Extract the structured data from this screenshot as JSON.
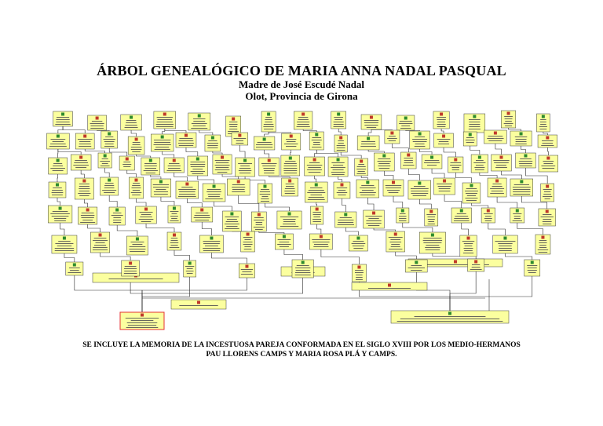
{
  "header": {
    "title": "ÁRBOL GENEALÓGICO DE MARIA ANNA NADAL PASQUAL",
    "subtitle_1": "Madre de José Escudé Nadal",
    "subtitle_2": "Olot, Provincia de Girona"
  },
  "footer": {
    "line_1": "SE INCLUYE LA MEMORIA DE LA INCESTUOSA PAREJA CONFORMADA EN EL SIGLO XVIII POR LOS MEDIO-HERMANOS",
    "line_2": "PAU LLORENS CAMPS Y MARIA ROSA PLÁ Y CAMPS."
  },
  "tree": {
    "node_fill": "#fbff9f",
    "focus_border": "#e53030",
    "icon_colors": {
      "female": "#c0392b",
      "male": "#2e8b2e"
    }
  }
}
